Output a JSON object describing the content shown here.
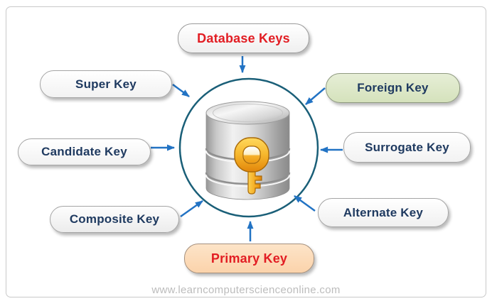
{
  "diagram": {
    "title": "Database Keys",
    "watermark": "www.learncomputerscienceonline.com",
    "colors": {
      "arrow": "#2273c4",
      "circle": "#1a5f78",
      "frame": "#c9c9c9",
      "watermark": "#bcbcbc",
      "navy_text": "#1f3a60",
      "red_text": "#e21d23"
    },
    "center": {
      "icon": "database-with-gold-key",
      "shape": "circle-outline"
    },
    "nodes": [
      {
        "label": "Database Keys",
        "position": "top",
        "arrow": "down",
        "fill_top": "#ffffff",
        "fill_bottom": "#efefef",
        "text_color": "#e21d23",
        "border_color": "#9b9b9b"
      },
      {
        "label": "Super Key",
        "position": "upper-left",
        "arrow": "down-right",
        "fill_top": "#ffffff",
        "fill_bottom": "#f2f2f2",
        "text_color": "#1f3a60",
        "border_color": "#a5a5a5"
      },
      {
        "label": "Candidate Key",
        "position": "middle-left",
        "arrow": "right",
        "fill_top": "#ffffff",
        "fill_bottom": "#f2f2f2",
        "text_color": "#1f3a60",
        "border_color": "#a5a5a5"
      },
      {
        "label": "Composite Key",
        "position": "lower-left",
        "arrow": "up-right",
        "fill_top": "#fdfdfd",
        "fill_bottom": "#ececec",
        "text_color": "#1f3a60",
        "border_color": "#a5a5a5"
      },
      {
        "label": "Foreign Key",
        "position": "upper-right",
        "arrow": "down-left",
        "fill_top": "#e6eed6",
        "fill_bottom": "#d5e2bc",
        "text_color": "#1f3a60",
        "border_color": "#8f9a80"
      },
      {
        "label": "Surrogate Key",
        "position": "middle-right",
        "arrow": "left",
        "fill_top": "#ffffff",
        "fill_bottom": "#f2f2f2",
        "text_color": "#1f3a60",
        "border_color": "#a5a5a5"
      },
      {
        "label": "Alternate Key",
        "position": "lower-right",
        "arrow": "up-left",
        "fill_top": "#ffffff",
        "fill_bottom": "#f0f0f0",
        "text_color": "#1f3a60",
        "border_color": "#a5a5a5"
      },
      {
        "label": "Primary Key",
        "position": "bottom",
        "arrow": "up",
        "fill_top": "#fde4c8",
        "fill_bottom": "#fbd3ab",
        "text_color": "#e21d23",
        "border_color": "#a5907d"
      }
    ]
  }
}
